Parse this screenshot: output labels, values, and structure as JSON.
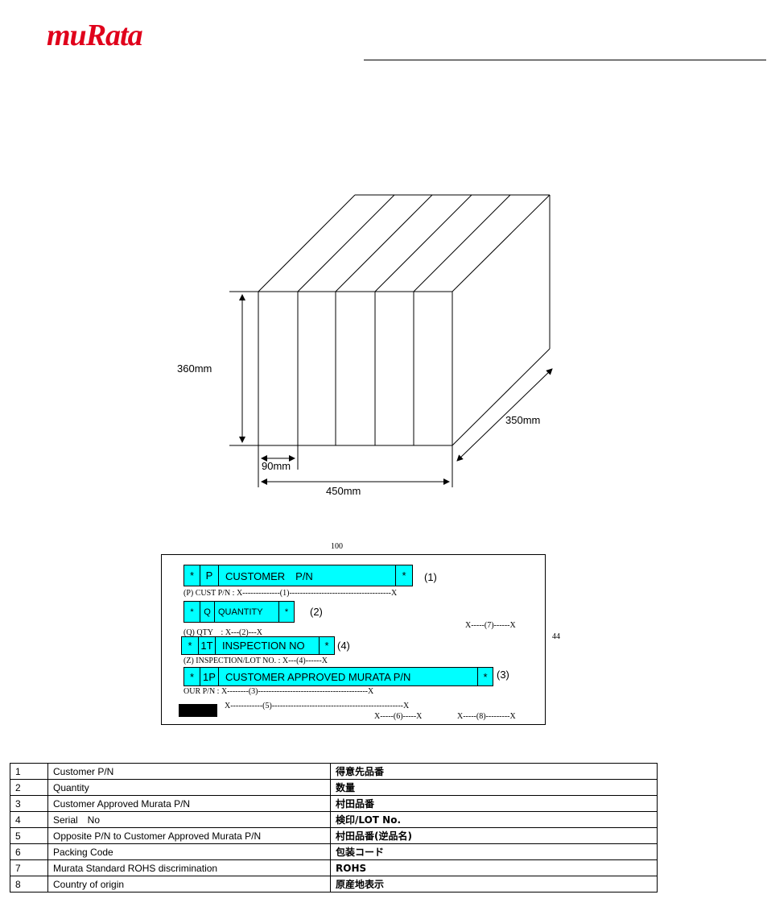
{
  "logo": {
    "text": "muRata"
  },
  "drawing": {
    "height_label": "360mm",
    "depth_label": "350mm",
    "width_label": "450mm",
    "slot_label": "90mm"
  },
  "label_sample": {
    "top_value": "100",
    "side_value": "44",
    "bars": [
      {
        "cells": [
          "*",
          "P",
          "CUSTOMER　P/N",
          "*"
        ],
        "ref": "(1)"
      },
      {
        "cells": [
          "*",
          "Q",
          "QUANTITY",
          "*"
        ],
        "ref": "(2)"
      },
      {
        "cells": [
          "*",
          "1T",
          "INSPECTION NO",
          "*"
        ],
        "ref": "(4)"
      },
      {
        "cells": [
          "*",
          "1P",
          "CUSTOMER APPROVED MURATA P/N",
          "*"
        ],
        "ref": "(3)"
      }
    ],
    "lines": {
      "cust_pn": "(P) CUST P/N : X--------------(1)--------------------------------------X",
      "qty": "(Q) QTY　: X---(2)---X",
      "inspection": "(Z) INSPECTION/LOT NO. : X---(4)------X",
      "our_pn": "OUR P/N : X--------(3)-----------------------------------------X",
      "field5": "X------------(5)-------------------------------------------------X",
      "field6": "X-----(6)-----X",
      "field7": "X-----(7)------X",
      "field8": "X-----(8)---------X"
    }
  },
  "legend": {
    "rows": [
      [
        "1",
        "Customer P/N",
        "得意先品番"
      ],
      [
        "2",
        "Quantity",
        "数量"
      ],
      [
        "3",
        "Customer Approved Murata P/N",
        "村田品番"
      ],
      [
        "4",
        "Serial　No",
        "検印/LOT No."
      ],
      [
        "5",
        "Opposite P/N to Customer Approved Murata P/N",
        "村田品番(逆品名)"
      ],
      [
        "6",
        "Packing Code",
        "包装コード"
      ],
      [
        "7",
        "Murata Standard ROHS discrimination",
        "ROHS"
      ],
      [
        "8",
        "Country of origin",
        "原産地表示"
      ]
    ]
  }
}
